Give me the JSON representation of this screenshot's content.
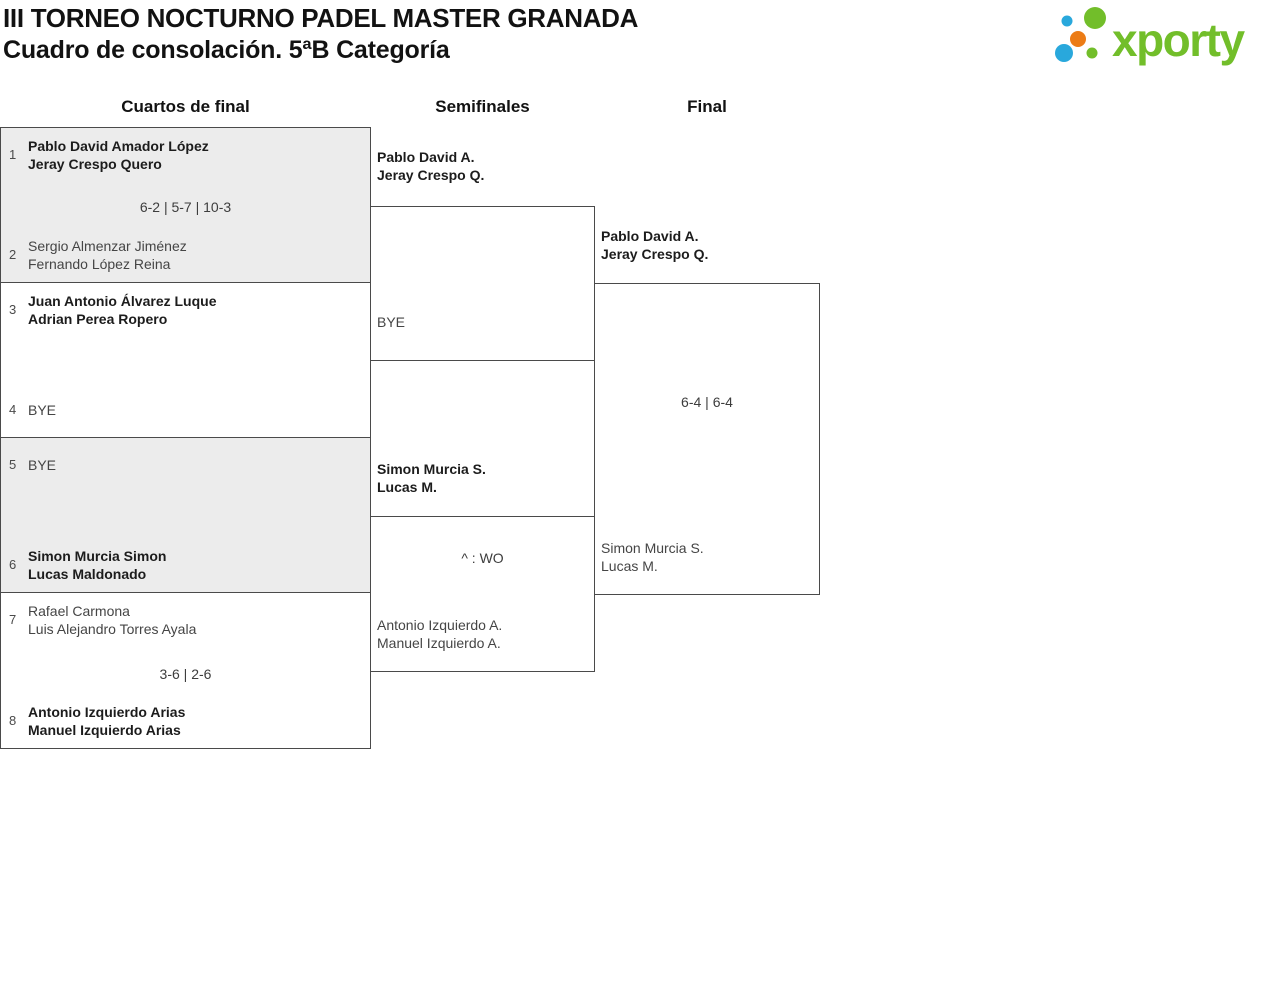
{
  "header": {
    "title": "III TORNEO NOCTURNO PADEL MASTER GRANADA",
    "subtitle": "Cuadro de consolación. 5ªB Categoría",
    "logo_text": "xporty",
    "logo_colors": {
      "green": "#72be2a",
      "blue": "#29a8dc",
      "orange": "#ec7c16"
    }
  },
  "colors": {
    "box_border": "#4a4a4a",
    "shaded_box_background": "#ececec",
    "winner_text": "#1c1c1c",
    "regular_text": "#454545"
  },
  "rounds": [
    {
      "label": "Cuartos de final"
    },
    {
      "label": "Semifinales"
    },
    {
      "label": "Final"
    }
  ],
  "quarterfinals": [
    {
      "seed_top": "1",
      "top": [
        "Pablo David Amador López",
        "Jeray Crespo Quero"
      ],
      "top_winner": true,
      "score": "6-2 | 5-7 | 10-3",
      "seed_bottom": "2",
      "bottom": [
        "Sergio Almenzar Jiménez",
        "Fernando López Reina"
      ],
      "bottom_winner": false
    },
    {
      "seed_top": "3",
      "top": [
        "Juan Antonio Álvarez Luque",
        "Adrian Perea Ropero"
      ],
      "top_winner": true,
      "score": "",
      "seed_bottom": "4",
      "bottom": [
        "BYE"
      ],
      "bottom_winner": false
    },
    {
      "seed_top": "5",
      "top": [
        "BYE"
      ],
      "top_winner": false,
      "score": "",
      "seed_bottom": "6",
      "bottom": [
        "Simon Murcia Simon",
        "Lucas Maldonado"
      ],
      "bottom_winner": true
    },
    {
      "seed_top": "7",
      "top": [
        "Rafael Carmona",
        "Luis Alejandro Torres Ayala"
      ],
      "top_winner": false,
      "score": "3-6 | 2-6",
      "seed_bottom": "8",
      "bottom": [
        "Antonio Izquierdo Arias",
        "Manuel Izquierdo Arias"
      ],
      "bottom_winner": true
    }
  ],
  "semifinals": [
    {
      "top": [
        "Pablo David A.",
        "Jeray Crespo Q."
      ],
      "top_winner": true,
      "score": "",
      "bottom": [
        "BYE"
      ],
      "bottom_winner": false
    },
    {
      "top": [
        "Simon Murcia S.",
        "Lucas M."
      ],
      "top_winner": true,
      "score": "^ : WO",
      "bottom": [
        "Antonio Izquierdo A.",
        "Manuel Izquierdo A."
      ],
      "bottom_winner": false
    }
  ],
  "final": {
    "top": [
      "Pablo David A.",
      "Jeray Crespo Q."
    ],
    "top_winner": true,
    "score": "6-4 | 6-4",
    "bottom": [
      "Simon Murcia S.",
      "Lucas M."
    ],
    "bottom_winner": false
  }
}
